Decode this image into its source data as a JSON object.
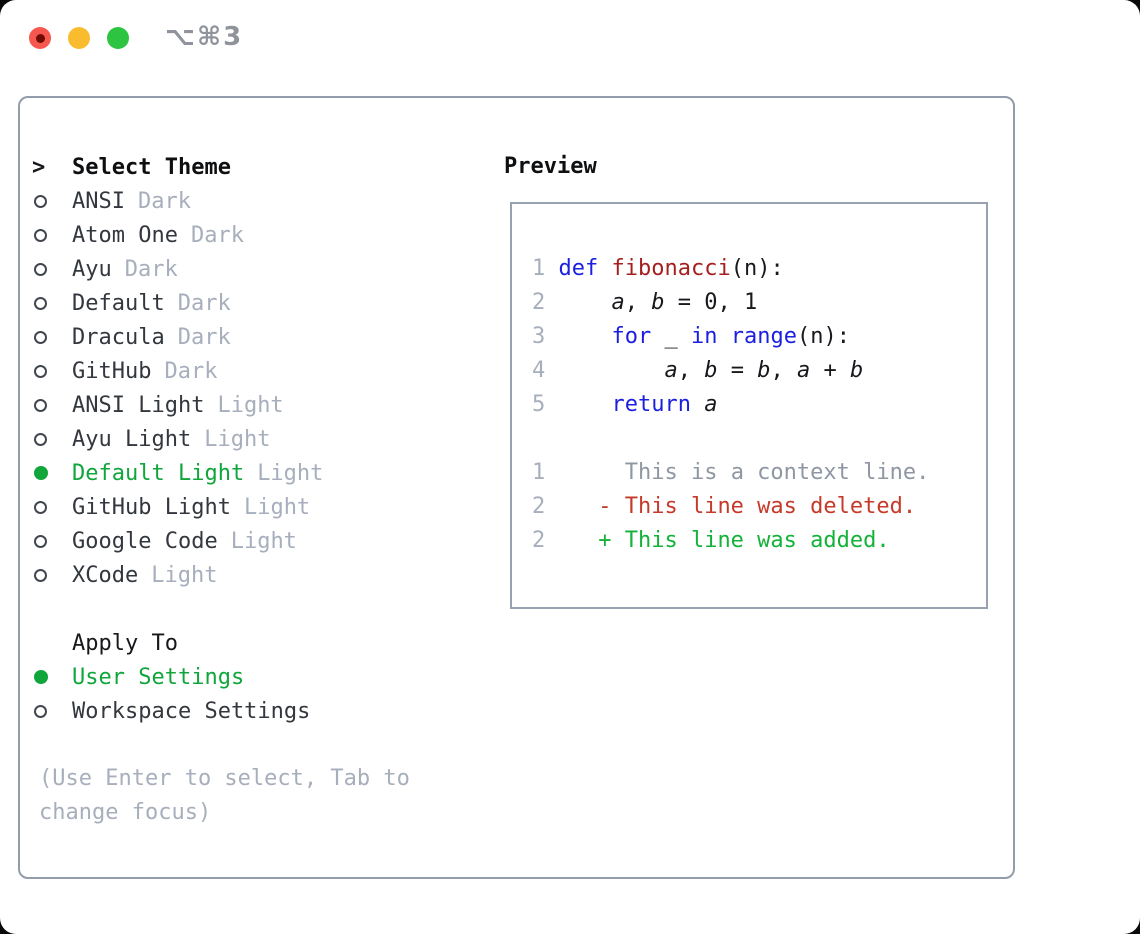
{
  "window": {
    "title": "⌥⌘3",
    "traffic_lights": [
      "close",
      "minimize",
      "maximize"
    ]
  },
  "colors": {
    "selection_green": "#11a63c",
    "added_green": "#15b23a",
    "deleted_red": "#c63a2a",
    "keyword_blue": "#1b1fe0",
    "function_red": "#a51f1f",
    "muted_gray": "#a7aebc",
    "context_gray": "#8f97a3",
    "border_gray": "#929cab",
    "text_dark": "#33373e",
    "titlebar_red": "#f6574f",
    "titlebar_yellow": "#f8bc2e",
    "titlebar_green": "#2cc441"
  },
  "theme_selector": {
    "marker": ">",
    "title": "Select Theme",
    "themes": [
      {
        "name": "ANSI",
        "tag": "Dark",
        "selected": false
      },
      {
        "name": "Atom One",
        "tag": "Dark",
        "selected": false
      },
      {
        "name": "Ayu",
        "tag": "Dark",
        "selected": false
      },
      {
        "name": "Default",
        "tag": "Dark",
        "selected": false
      },
      {
        "name": "Dracula",
        "tag": "Dark",
        "selected": false
      },
      {
        "name": "GitHub",
        "tag": "Dark",
        "selected": false
      },
      {
        "name": "ANSI Light",
        "tag": "Light",
        "selected": false
      },
      {
        "name": "Ayu Light",
        "tag": "Light",
        "selected": false
      },
      {
        "name": "Default Light",
        "tag": "Light",
        "selected": true
      },
      {
        "name": "GitHub Light",
        "tag": "Light",
        "selected": false
      },
      {
        "name": "Google Code",
        "tag": "Light",
        "selected": false
      },
      {
        "name": "XCode",
        "tag": "Light",
        "selected": false
      }
    ],
    "apply_to": {
      "title": "Apply To",
      "options": [
        {
          "name": "User Settings",
          "selected": true
        },
        {
          "name": "Workspace Settings",
          "selected": false
        }
      ]
    },
    "hint_lines": [
      "(Use Enter to select, Tab to",
      "change focus)"
    ]
  },
  "preview": {
    "title": "Preview",
    "lines": [
      {
        "tokens": [
          {
            "t": "1",
            "c": "num"
          },
          {
            "t": " "
          },
          {
            "t": "def",
            "c": "kw"
          },
          {
            "t": " "
          },
          {
            "t": "fibonacci",
            "c": "fn"
          },
          {
            "t": "(n):"
          }
        ]
      },
      {
        "tokens": [
          {
            "t": "2",
            "c": "num"
          },
          {
            "t": "     "
          },
          {
            "t": "a",
            "c": "var"
          },
          {
            "t": ", "
          },
          {
            "t": "b",
            "c": "var"
          },
          {
            "t": " = 0, 1"
          }
        ]
      },
      {
        "tokens": [
          {
            "t": "3",
            "c": "num"
          },
          {
            "t": "     "
          },
          {
            "t": "for",
            "c": "kw"
          },
          {
            "t": " _ "
          },
          {
            "t": "in",
            "c": "kw"
          },
          {
            "t": " "
          },
          {
            "t": "range",
            "c": "kw"
          },
          {
            "t": "(n):"
          }
        ]
      },
      {
        "tokens": [
          {
            "t": "4",
            "c": "num"
          },
          {
            "t": "         "
          },
          {
            "t": "a",
            "c": "var"
          },
          {
            "t": ", "
          },
          {
            "t": "b",
            "c": "var"
          },
          {
            "t": " = "
          },
          {
            "t": "b",
            "c": "var"
          },
          {
            "t": ", "
          },
          {
            "t": "a",
            "c": "var"
          },
          {
            "t": " + "
          },
          {
            "t": "b",
            "c": "var"
          }
        ]
      },
      {
        "tokens": [
          {
            "t": "5",
            "c": "num"
          },
          {
            "t": "     "
          },
          {
            "t": "return",
            "c": "kw"
          },
          {
            "t": " "
          },
          {
            "t": "a",
            "c": "var"
          }
        ]
      },
      {
        "tokens": []
      },
      {
        "tokens": [
          {
            "t": "1",
            "c": "num"
          },
          {
            "t": "      "
          },
          {
            "t": "This is a context line.",
            "c": "ctx"
          }
        ]
      },
      {
        "tokens": [
          {
            "t": "2",
            "c": "num"
          },
          {
            "t": "    "
          },
          {
            "t": "- This line was deleted.",
            "c": "del"
          }
        ]
      },
      {
        "tokens": [
          {
            "t": "2",
            "c": "num"
          },
          {
            "t": "    "
          },
          {
            "t": "+ This line was added.",
            "c": "add"
          }
        ]
      }
    ]
  }
}
